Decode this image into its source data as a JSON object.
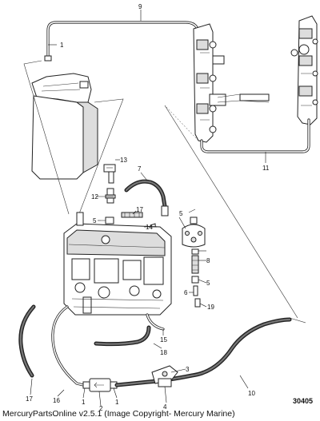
{
  "figure_number": "30405",
  "footer_text": "MercuryPartsOnline v2.5.1 (Image Copyright- Mercury Marine)",
  "callouts": {
    "c1_top": "1",
    "c9": "9",
    "c13": "13",
    "c7": "7",
    "c12": "12",
    "c5_left": "5",
    "c17_mid": "17",
    "c14": "14",
    "c5_right": "5",
    "c8": "8",
    "c5_lower": "5",
    "c6": "6",
    "c19": "19",
    "c11": "11",
    "c15": "15",
    "c18": "18",
    "c3": "3",
    "c17_bottom": "17",
    "c16": "16",
    "c1_bl": "1",
    "c2": "2",
    "c1_br": "1",
    "c4": "4",
    "c10": "10"
  }
}
